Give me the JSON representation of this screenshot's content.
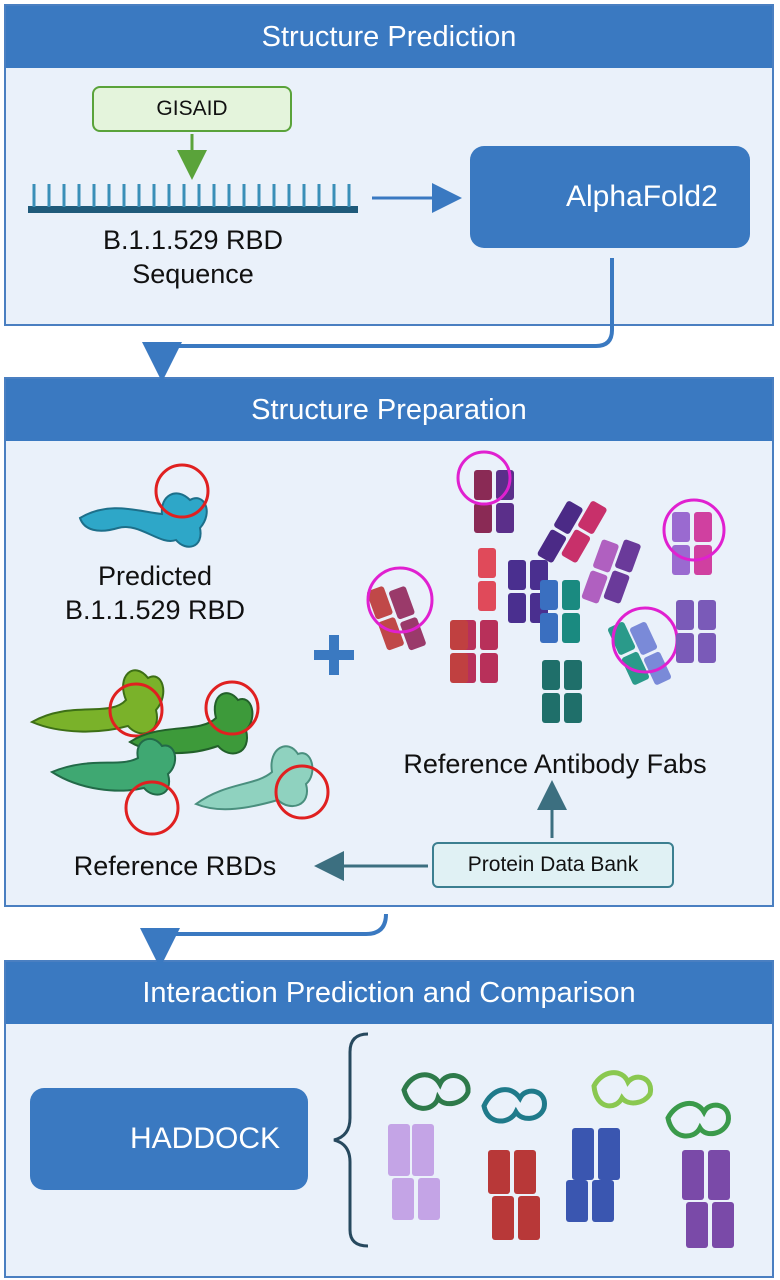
{
  "panels": {
    "prediction": {
      "title": "Structure Prediction"
    },
    "preparation": {
      "title": "Structure Preparation"
    },
    "interaction": {
      "title": "Interaction Prediction and Comparison"
    }
  },
  "prediction": {
    "source": "GISAID",
    "sequence_line1": "B.1.1.529 RBD",
    "sequence_line2": "Sequence",
    "tool": "AlphaFold2"
  },
  "preparation": {
    "predicted_line1": "Predicted",
    "predicted_line2": "B.1.1.529 RBD",
    "reference_rbds": "Reference RBDs",
    "reference_fabs": "Reference Antibody Fabs",
    "database": "Protein Data Bank"
  },
  "interaction": {
    "tool": "HADDOCK"
  },
  "colors": {
    "header": "#3a79c1",
    "panel_bg": "#eaf1fa",
    "highlight_red": "#e02020",
    "highlight_magenta": "#e020d0"
  },
  "icons": [
    "alphafold-logo-icon",
    "haddock-puzzle-icon",
    "plus-icon"
  ]
}
